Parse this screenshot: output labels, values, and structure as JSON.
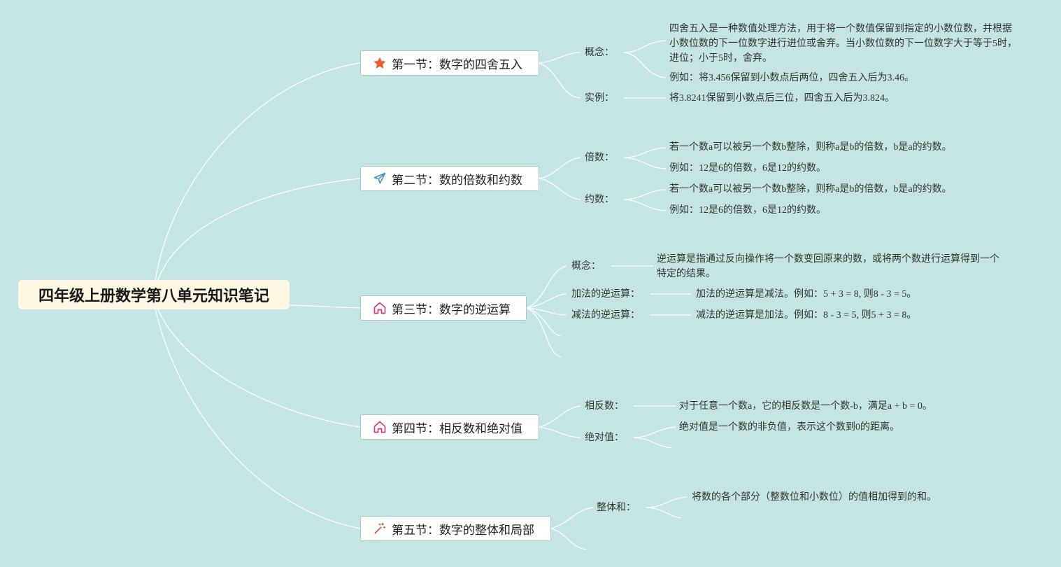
{
  "root": {
    "title": "四年级上册数学第八单元知识笔记"
  },
  "sections": [
    {
      "title": "第一节：数字的四舍五入",
      "icon": "star-icon",
      "icon_color": "#e8612c",
      "topics": [
        {
          "label": "概念：",
          "leaves": [
            "四舍五入是一种数值处理方法，用于将一个数值保留到指定的小数位数，并根据小数位数的下一位数字进行进位或舍弃。当小数位数的下一位数字大于等于5时，进位；小于5时，舍弃。",
            "例如：将3.456保留到小数点后两位，四舍五入后为3.46。"
          ]
        },
        {
          "label": "实例：",
          "leaves": [
            "将3.8241保留到小数点后三位，四舍五入后为3.824。"
          ]
        }
      ]
    },
    {
      "title": "第二节：数的倍数和约数",
      "icon": "paper-plane-icon",
      "icon_color": "#3a8fd0",
      "topics": [
        {
          "label": "倍数：",
          "leaves": [
            "若一个数a可以被另一个数b整除，则称a是b的倍数，b是a的约数。",
            "例如：12是6的倍数，6是12的约数。"
          ]
        },
        {
          "label": "约数：",
          "leaves": [
            "若一个数a可以被另一个数b整除，则称a是b的倍数，b是a的约数。",
            "例如：12是6的倍数，6是12的约数。"
          ]
        }
      ]
    },
    {
      "title": "第三节：数字的逆运算",
      "icon": "house-icon",
      "icon_color": "#d63a6a",
      "topics": [
        {
          "label": "概念：",
          "leaves": [
            "逆运算是指通过反向操作将一个数变回原来的数，或将两个数进行运算得到一个特定的结果。"
          ]
        },
        {
          "label": "加法的逆运算：",
          "leaves": [
            "加法的逆运算是减法。例如：5 + 3 = 8, 则8 - 3 = 5。"
          ]
        },
        {
          "label": "减法的逆运算：",
          "leaves": [
            "减法的逆运算是加法。例如：8 - 3 = 5, 则5 + 3 = 8。"
          ]
        }
      ]
    },
    {
      "title": "第四节：相反数和绝对值",
      "icon": "house-icon",
      "icon_color": "#d63a6a",
      "topics": [
        {
          "label": "相反数：",
          "leaves": [
            "对于任意一个数a，它的相反数是一个数-b，满足a + b = 0。"
          ]
        },
        {
          "label": "绝对值：",
          "leaves": [
            "绝对值是一个数的非负值，表示这个数到0的距离。"
          ]
        }
      ]
    },
    {
      "title": "第五节：数字的整体和局部",
      "icon": "magic-wand-icon",
      "icon_color": "#d94a2a",
      "topics": [
        {
          "label": "整体和：",
          "leaves": [
            "将数的各个部分（整数位和小数位）的值相加得到的和。"
          ]
        }
      ]
    }
  ]
}
